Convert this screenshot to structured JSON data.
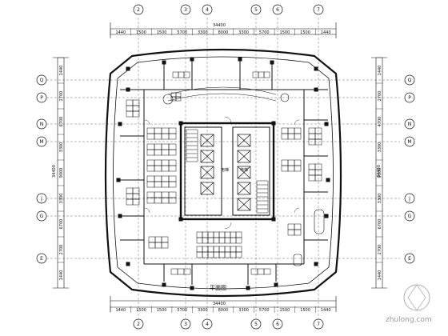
{
  "drawing": {
    "title": "平面图",
    "watermark": "zhulong.com"
  },
  "grid": {
    "columns": [
      "2",
      "3",
      "4",
      "5",
      "6",
      "7"
    ],
    "rows": [
      "Q",
      "P",
      "N",
      "M",
      "J",
      "G",
      "E"
    ]
  },
  "dimensions": {
    "top_overall": "34400",
    "bottom_overall": "34400",
    "left_overall": "34400",
    "right_overall": "34400",
    "top_segments": [
      "1440",
      "1500",
      "1500",
      "5700",
      "3300",
      "8000",
      "3300",
      "5700",
      "1500",
      "1500",
      "1440"
    ],
    "bottom_segments": [
      "1440",
      "1500",
      "1500",
      "5700",
      "3300",
      "8000",
      "3300",
      "5700",
      "1500",
      "1500",
      "1440"
    ],
    "left_segments": [
      "1440",
      "2700",
      "6700",
      "3300",
      "9000",
      "3300",
      "6700",
      "2700",
      "1440"
    ],
    "right_segments": [
      "1440",
      "2700",
      "4700",
      "3300",
      "9000",
      "3300",
      "6700",
      "2700",
      "1440"
    ]
  },
  "core": {
    "left_label": "电梯",
    "right_label": "电梯"
  },
  "colors": {
    "line": "#111111",
    "background": "#ffffff",
    "watermark": "#9a9a9a"
  }
}
